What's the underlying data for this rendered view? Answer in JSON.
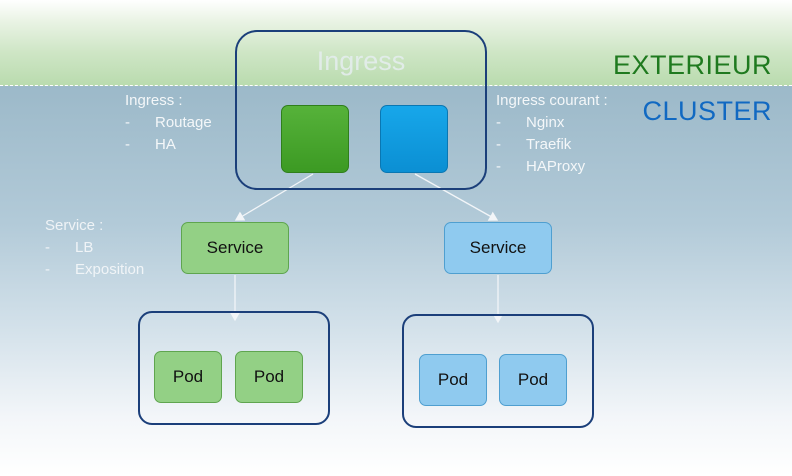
{
  "zones": {
    "exterior": "EXTERIEUR",
    "cluster": "CLUSTER"
  },
  "ingress": {
    "title": "Ingress",
    "colors": {
      "frame": "#1b3f7a",
      "green_block": "#4aa82e",
      "blue_block": "#129bdf"
    }
  },
  "notes": {
    "ingress": {
      "title": "Ingress :",
      "items": [
        "Routage",
        "HA"
      ]
    },
    "ingress_current": {
      "title": "Ingress courant :",
      "items": [
        "Nginx",
        "Traefik",
        "HAProxy"
      ]
    },
    "service": {
      "title": "Service :",
      "items": [
        "LB",
        "Exposition"
      ]
    }
  },
  "services": [
    {
      "label": "Service",
      "color": "#93d085"
    },
    {
      "label": "Service",
      "color": "#8fcaef"
    }
  ],
  "pods": {
    "left": [
      "Pod",
      "Pod"
    ],
    "right": [
      "Pod",
      "Pod"
    ]
  },
  "colors": {
    "exterior_text": "#1f7a1f",
    "cluster_text": "#1169c2",
    "green_fill": "#93d085",
    "blue_fill": "#8fcaef"
  }
}
